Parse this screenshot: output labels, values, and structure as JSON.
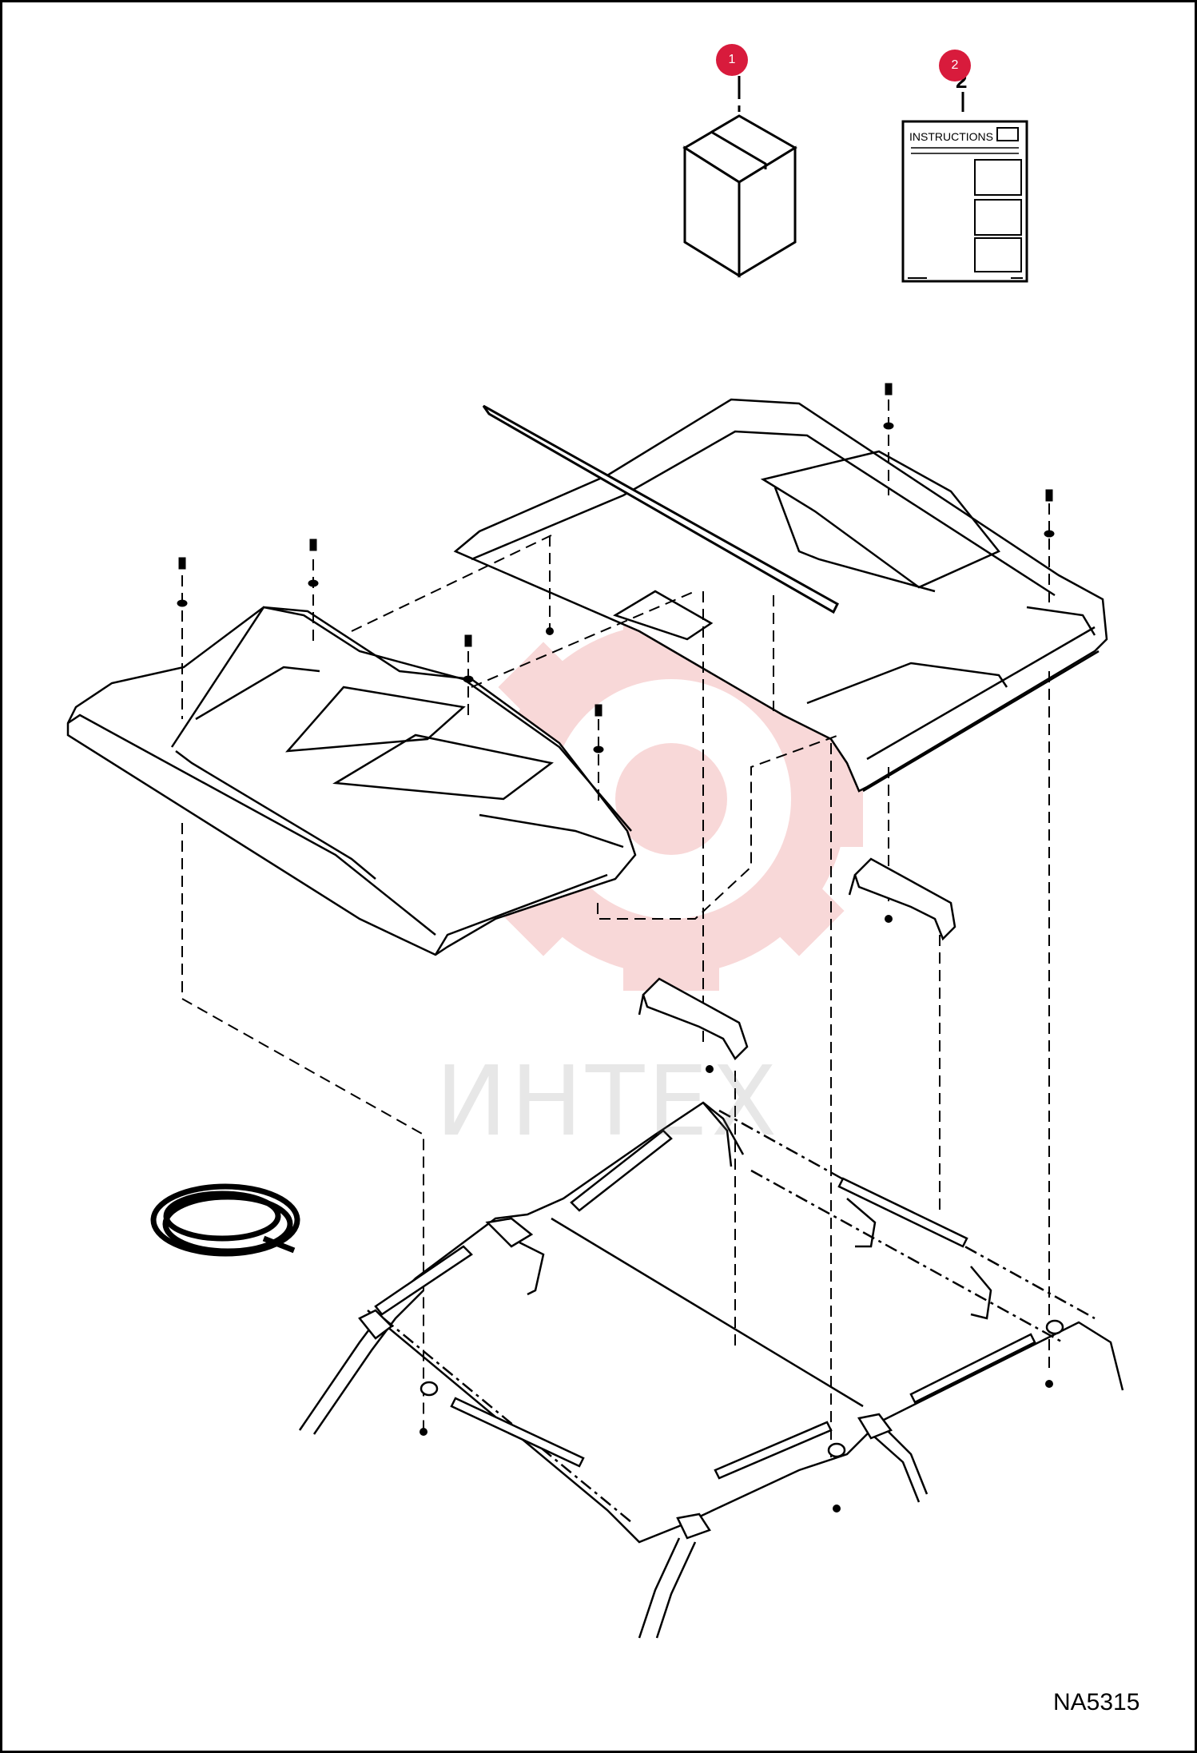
{
  "callouts": [
    {
      "number": "1",
      "part": "box-kit"
    },
    {
      "number": "2",
      "part": "instructions-sheet"
    }
  ],
  "labels": {
    "part_2_number": "2",
    "instructions_title": "INSTRUCTIONS",
    "document_number": "NA5315",
    "watermark": "ИНТЕХ"
  },
  "colors": {
    "callout": "#d81b3c",
    "line": "#000000",
    "watermark": "#f3b9b9"
  }
}
